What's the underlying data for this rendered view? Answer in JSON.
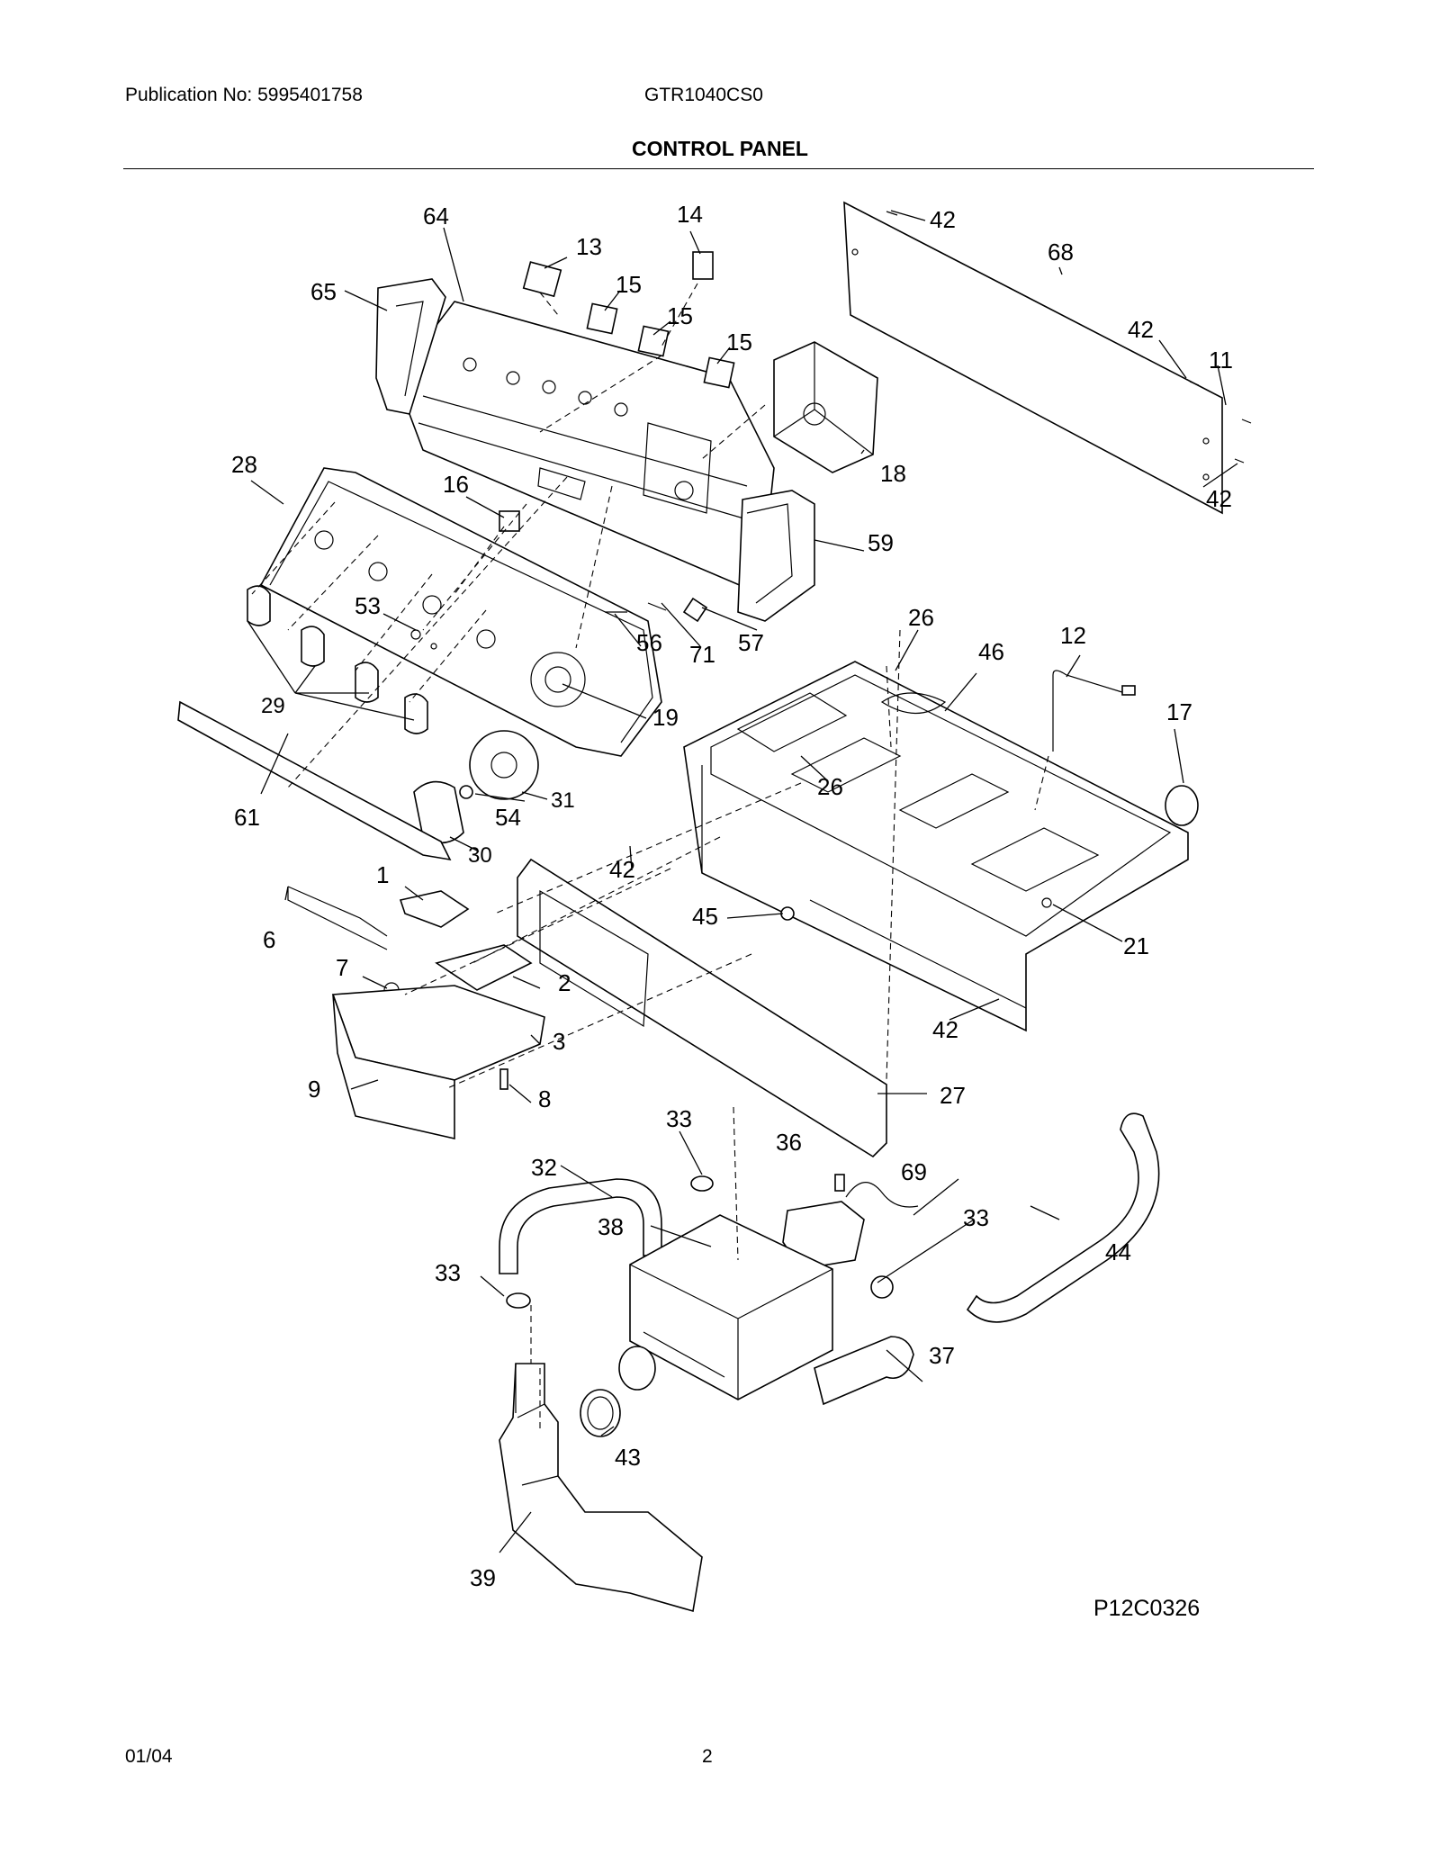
{
  "header": {
    "publication": "Publication No: 5995401758",
    "model": "GTR1040CS0",
    "title": "CONTROL PANEL"
  },
  "diagram": {
    "code": "P12C0326",
    "callouts": [
      "64",
      "14",
      "13",
      "65",
      "15",
      "15",
      "15",
      "42",
      "68",
      "42",
      "11",
      "18",
      "42",
      "28",
      "16",
      "59",
      "26",
      "53",
      "56",
      "71",
      "57",
      "12",
      "46",
      "17",
      "19",
      "29",
      "26",
      "31",
      "54",
      "61",
      "30",
      "42",
      "1",
      "45",
      "21",
      "6",
      "7",
      "2",
      "42",
      "3",
      "9",
      "8",
      "27",
      "33",
      "36",
      "69",
      "32",
      "33",
      "38",
      "44",
      "33",
      "37",
      "43",
      "39"
    ]
  },
  "footer": {
    "date": "01/04",
    "page": "2"
  }
}
